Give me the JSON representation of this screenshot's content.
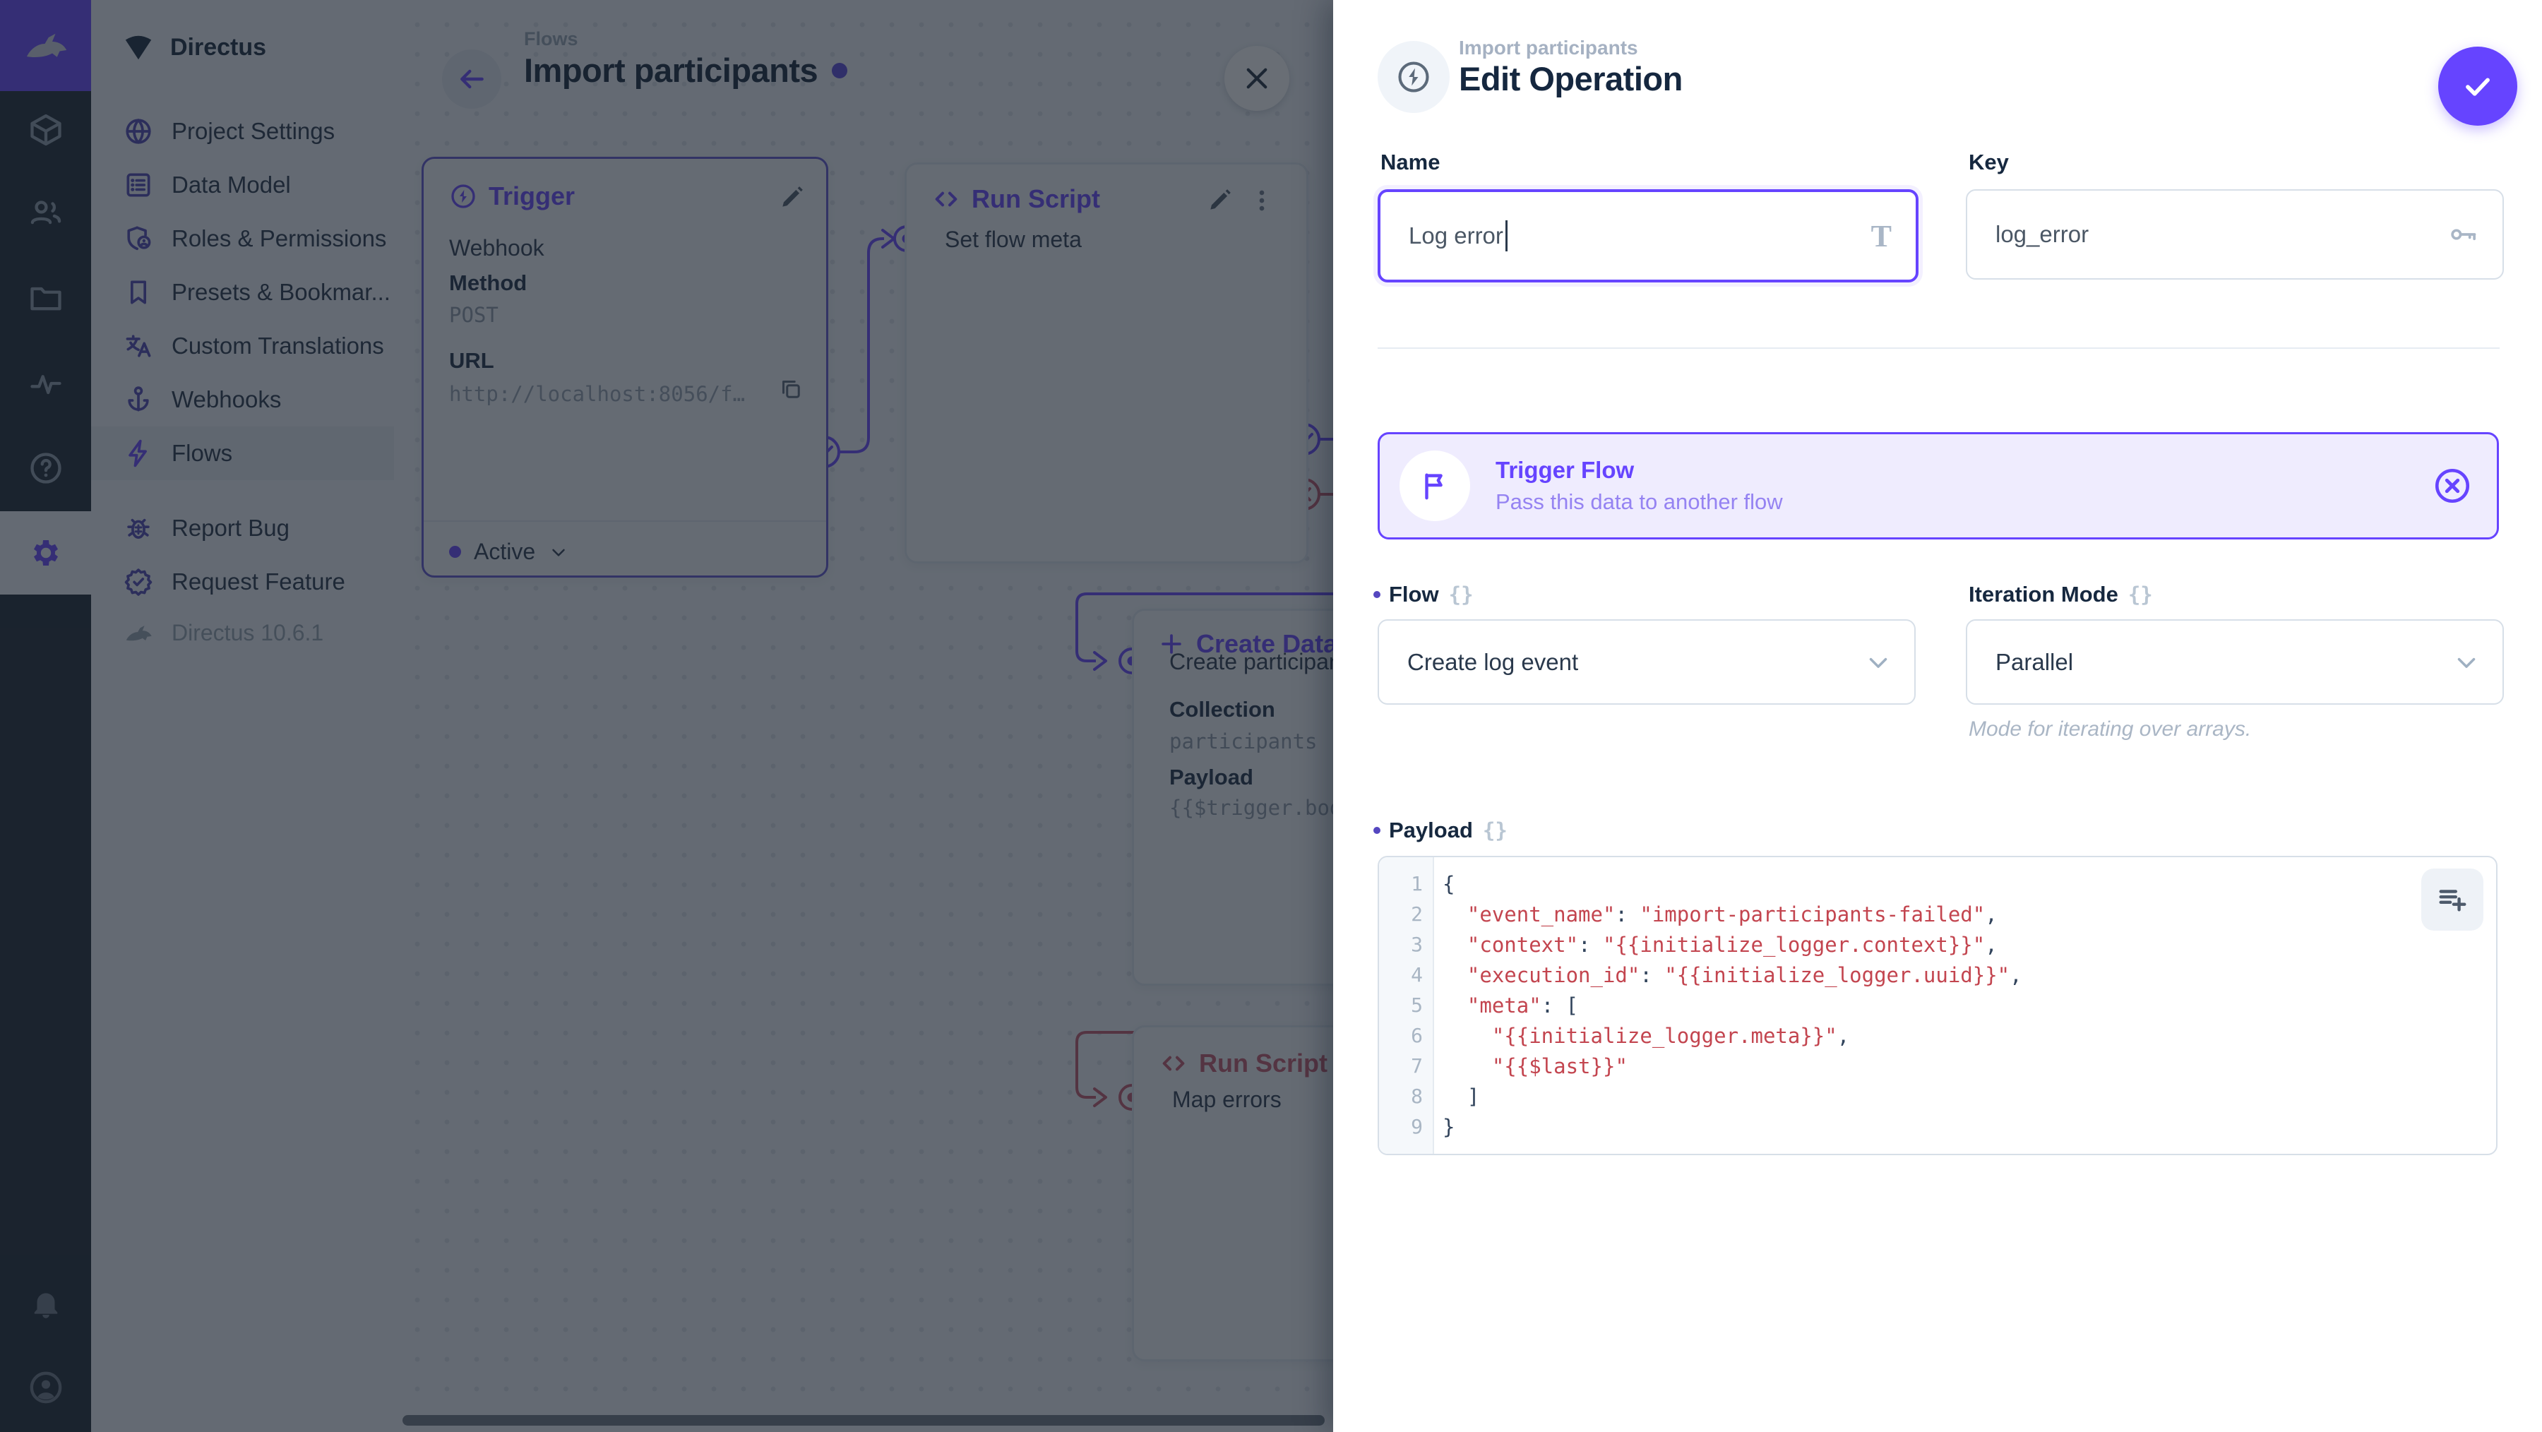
{
  "colors": {
    "accent": "#6644FF",
    "danger": "#E35169",
    "reject_path": "#C2566B",
    "code_string": "#C3454F",
    "module_bar_bg": "#18242F",
    "sidebar_bg": "#F0F4F9"
  },
  "icons": {
    "logo": "directus-rabbit-logo",
    "modules": [
      "collections-box-icon",
      "users-icon",
      "files-folder-icon",
      "insights-activity-icon",
      "help-icon",
      "settings-gear-icon"
    ],
    "module_bottom": [
      "notifications-bell-icon",
      "user-avatar-icon"
    ]
  },
  "sidebar": {
    "project_name": "Directus",
    "items": [
      {
        "label": "Project Settings",
        "icon": "globe-icon"
      },
      {
        "label": "Data Model",
        "icon": "data-model-icon"
      },
      {
        "label": "Roles & Permissions",
        "icon": "shield-person-icon"
      },
      {
        "label": "Presets & Bookmar...",
        "icon": "bookmark-icon"
      },
      {
        "label": "Custom Translations",
        "icon": "translate-icon"
      },
      {
        "label": "Webhooks",
        "icon": "anchor-icon"
      },
      {
        "label": "Flows",
        "icon": "bolt-icon"
      }
    ],
    "footer_items": [
      {
        "label": "Report Bug",
        "icon": "bug-icon"
      },
      {
        "label": "Request Feature",
        "icon": "verified-badge-icon"
      }
    ],
    "version": "Directus 10.6.1"
  },
  "canvas": {
    "breadcrumb": "Flows",
    "title": "Import participants",
    "trigger_panel": {
      "title": "Trigger",
      "type": "Webhook",
      "method_label": "Method",
      "method": "POST",
      "url_label": "URL",
      "url": "http://localhost:8056/f…",
      "status": "Active"
    },
    "run_script_panel": {
      "title": "Run Script",
      "input": "Set flow meta"
    },
    "create_data_panel": {
      "title": "Create Data",
      "input": "Create participants",
      "collection_label": "Collection",
      "collection": "participants",
      "payload_label": "Payload",
      "payload": "{{$trigger.bod"
    },
    "map_errors_panel": {
      "title": "Run Script",
      "input": "Map errors"
    }
  },
  "drawer": {
    "breadcrumb": "Import participants",
    "title": "Edit Operation",
    "name_field": {
      "label": "Name",
      "value": "Log error"
    },
    "key_field": {
      "label": "Key",
      "value": "log_error"
    },
    "banner": {
      "title": "Trigger Flow",
      "subtitle": "Pass this data to another flow"
    },
    "flow_field": {
      "label": "Flow",
      "value": "Create log event"
    },
    "iteration_field": {
      "label": "Iteration Mode",
      "value": "Parallel",
      "note": "Mode for iterating over arrays."
    },
    "payload_field": {
      "label": "Payload",
      "lines": [
        {
          "n": "1",
          "t": "{"
        },
        {
          "n": "2",
          "t": "  \"event_name\": \"import-participants-failed\","
        },
        {
          "n": "3",
          "t": "  \"context\": \"{{initialize_logger.context}}\","
        },
        {
          "n": "4",
          "t": "  \"execution_id\": \"{{initialize_logger.uuid}}\","
        },
        {
          "n": "5",
          "t": "  \"meta\": ["
        },
        {
          "n": "6",
          "t": "    \"{{initialize_logger.meta}}\","
        },
        {
          "n": "7",
          "t": "    \"{{$last}}\""
        },
        {
          "n": "8",
          "t": "  ]"
        },
        {
          "n": "9",
          "t": "}"
        }
      ]
    }
  }
}
